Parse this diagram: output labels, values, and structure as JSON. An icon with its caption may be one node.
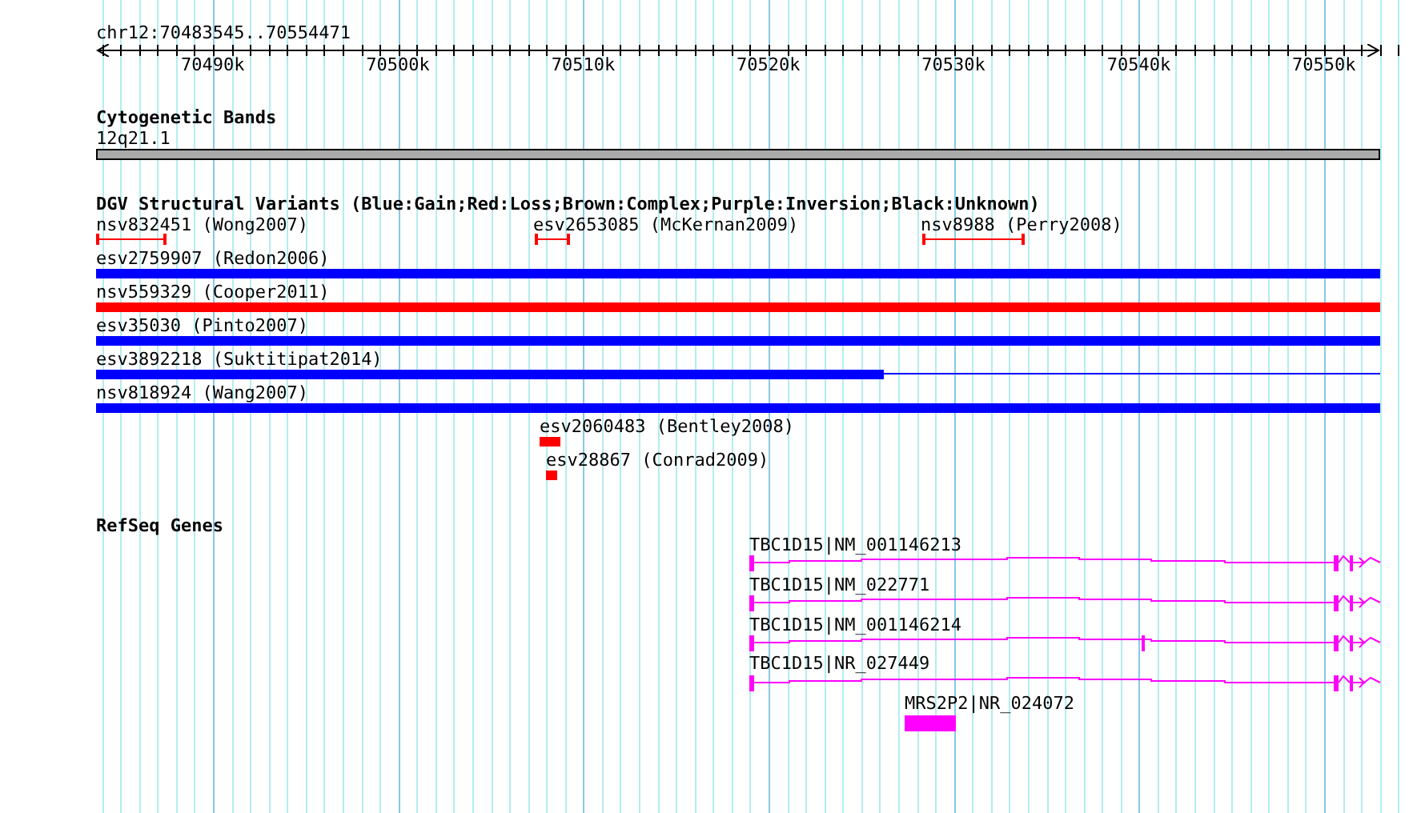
{
  "diagram": {
    "title": "chr12:70483545..70554471",
    "labels": [
      "70490k",
      "70500k",
      "70510k",
      "70520k",
      "70530k",
      "70540k",
      "70550k",
      "Cytogenetic Bands",
      "12q21.1",
      "DGV Structural Variants (Blue:Gain;Red:Loss;Brown:Complex;Purple:Inversion;Black:Unknown)",
      "nsv832451 (Wong2007)",
      "esv2653085 (McKernan2009)",
      "nsv8988 (Perry2008)",
      "esv2759907 (Redon2006)",
      "nsv559329 (Cooper2011)",
      "esv35030 (Pinto2007)",
      "esv3892218 (Suktitipat2014)",
      "nsv818924 (Wang2007)",
      "esv2060483 (Bentley2008)",
      "esv28867 (Conrad2009)",
      "RefSeq Genes",
      "TBC1D15|NM_001146213",
      "TBC1D15|NM_022771",
      "TBC1D15|NM_001146214",
      "TBC1D15|NR_027449",
      "MRS2P2|NR_024072"
    ]
  }
}
